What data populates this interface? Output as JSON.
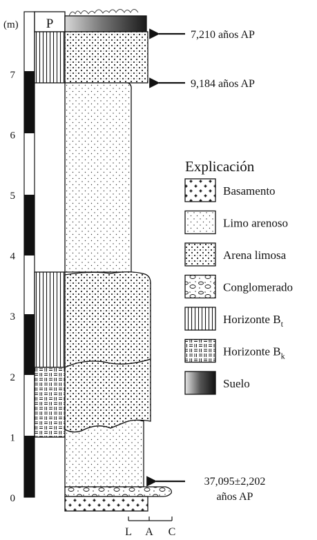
{
  "axis": {
    "unit_label": "(m)",
    "ticks": [
      "0",
      "1",
      "2",
      "3",
      "4",
      "5",
      "6",
      "7"
    ]
  },
  "column": {
    "top_label": "P",
    "grain_scale": [
      "L",
      "A",
      "C"
    ]
  },
  "dates": [
    {
      "text": "7,210 años AP"
    },
    {
      "text": "9,184 años AP"
    },
    {
      "line1": "37,095±2,202",
      "line2": "años AP"
    }
  ],
  "legend": {
    "title": "Explicación",
    "items": [
      {
        "pattern": "basement-cross",
        "label": "Basamento"
      },
      {
        "pattern": "fine-dots",
        "label": "Limo arenoso"
      },
      {
        "pattern": "coarse-dots",
        "label": "Arena limosa"
      },
      {
        "pattern": "pebbles",
        "label": "Conglomerado"
      },
      {
        "pattern": "vertical-lines",
        "label": "Horizonte B",
        "subscript": "t"
      },
      {
        "pattern": "dash-grid",
        "label": "Horizonte B",
        "subscript": "k"
      },
      {
        "pattern": "gradient-gray",
        "label": "Suelo"
      }
    ]
  }
}
